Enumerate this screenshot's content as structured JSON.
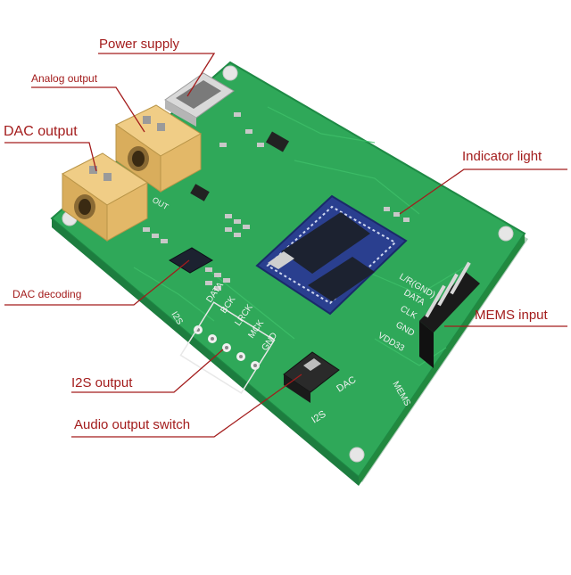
{
  "callouts": {
    "power_supply": "Power supply",
    "analog_output": "Analog output",
    "dac_output": "DAC output",
    "indicator_light": "Indicator light",
    "dac_decoding": "DAC decoding",
    "mems_input": "MEMS input",
    "i2s_output": "I2S output",
    "audio_output_switch": "Audio output switch"
  },
  "silkscreen": {
    "out": "OUT",
    "i2s_header": "I2S",
    "pins_left": [
      "DATA",
      "BCK",
      "LRCK",
      "MCK",
      "GND"
    ],
    "pins_right": [
      "L/R(GND)",
      "DATA",
      "CLK",
      "GND",
      "VDD33"
    ],
    "mems": "MEMS",
    "switch_dac": "DAC",
    "switch_i2s": "I2S"
  },
  "colors": {
    "label": "#a31c1c",
    "leader": "#a31c1c",
    "pcb": "#2fa859",
    "pcb_dark": "#1e8a45",
    "jack": "#e8c27a",
    "chip": "#1c2230",
    "module": "#2a3f8f"
  }
}
